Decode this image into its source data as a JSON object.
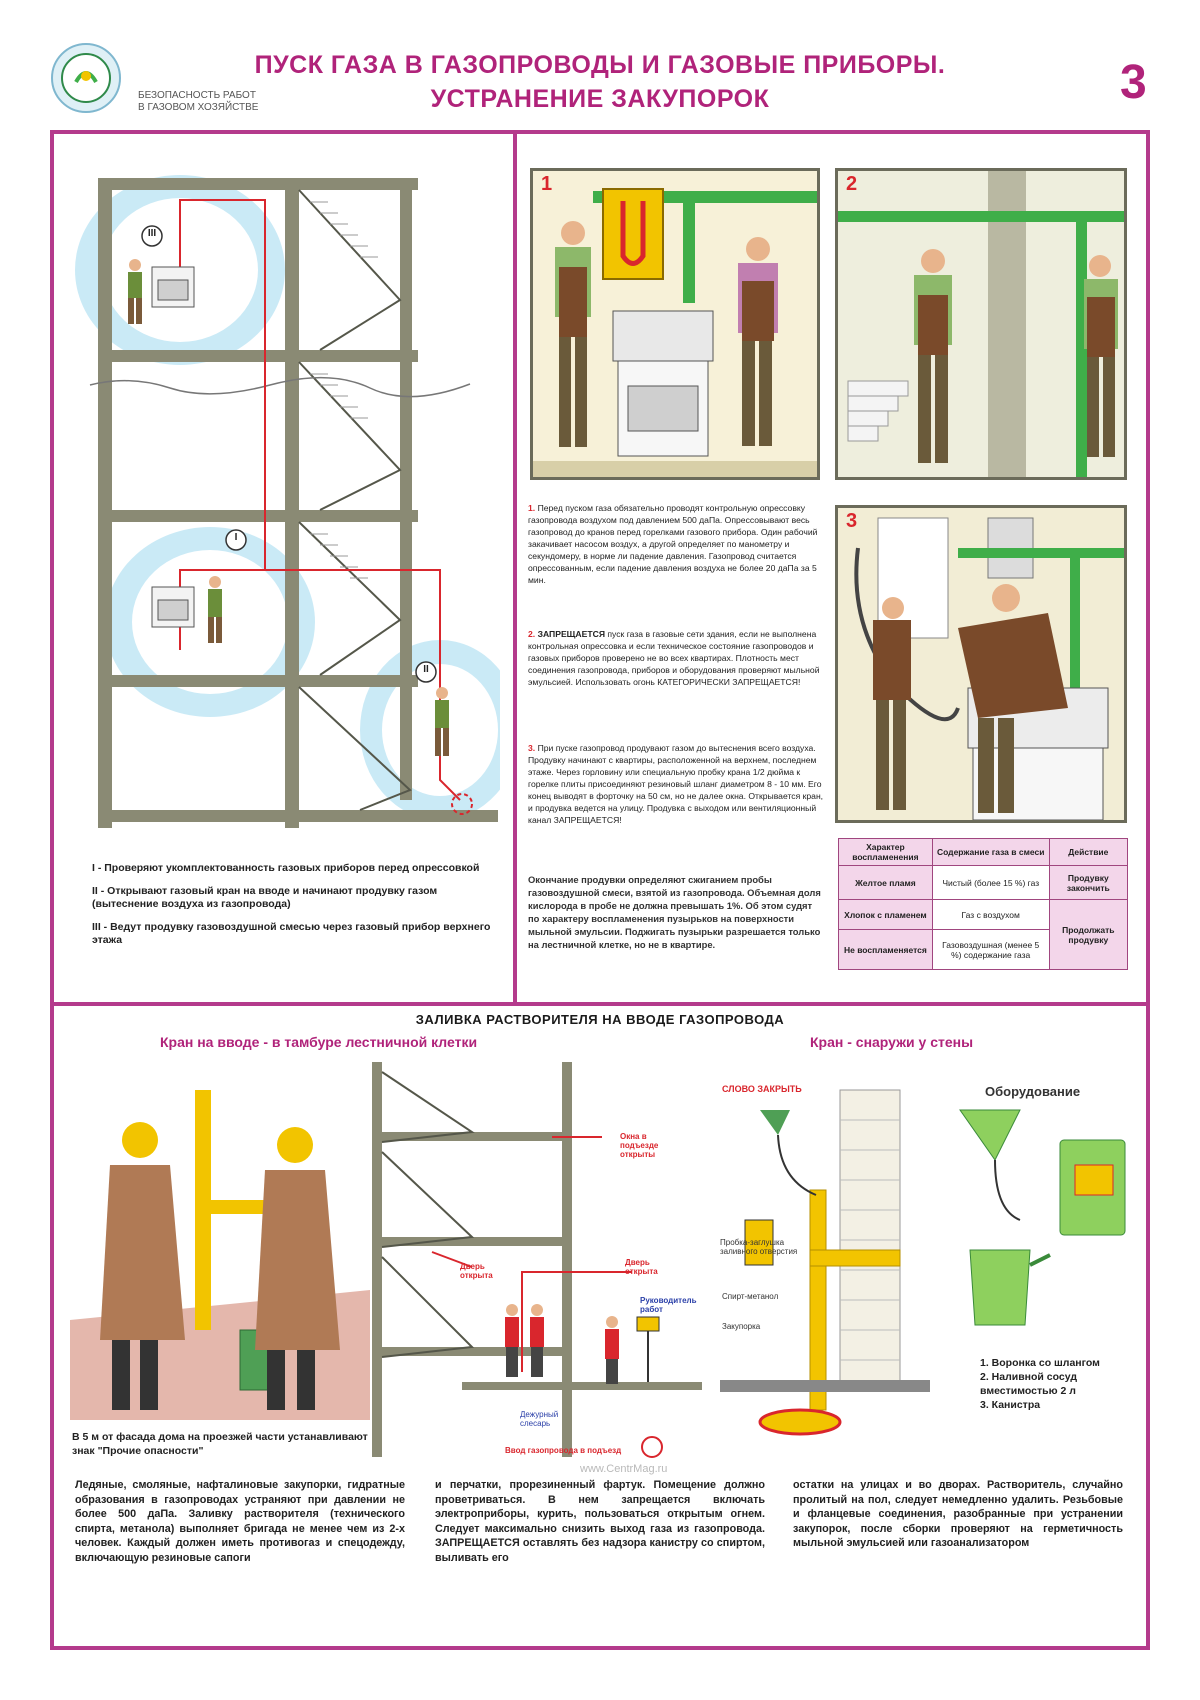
{
  "header": {
    "org_line1": "БЕЗОПАСНОСТЬ РАБОТ",
    "org_line2": "В ГАЗОВОМ ХОЗЯЙСТВЕ",
    "title_line1": "ПУСК ГАЗА В ГАЗОПРОВОДЫ И ГАЗОВЫЕ ПРИБОРЫ.",
    "title_line2": "УСТРАНЕНИЕ ЗАКУПОРОК",
    "sheet_number": "3"
  },
  "building": {
    "mark_1": "I",
    "mark_2": "II",
    "mark_3": "III",
    "caption_1": "I - Проверяют укомплектованность газовых приборов перед опрессовкой",
    "caption_2": "II - Открывают газовый кран на вводе и начинают продувку газом (вытеснение воздуха из газопровода)",
    "caption_3": "III - Ведут продувку газовоздушной смесью через газовый прибор верхнего этажа"
  },
  "panels": {
    "p1": "1",
    "p2": "2",
    "p3": "3"
  },
  "steps": {
    "s1_num": "1.",
    "s1_text": "Перед пуском газа обязательно проводят контрольную опрессовку газопровода воздухом под давлением 500 даПа. Опрессовывают весь газопровод до кранов перед горелками газового прибора. Один рабочий закачивает насосом воздух, а другой определяет по манометру и секундомеру, в норме ли падение давления. Газопровод считается опрессованным, если падение давления воздуха не более 20 даПа за 5 мин.",
    "s2_num": "2.",
    "s2_lead": "ЗАПРЕЩАЕТСЯ",
    "s2_text": "пуск газа в газовые сети здания, если не выполнена контрольная опрессовка и если техническое состояние газопроводов и газовых приборов проверено не во всех квартирах. Плотность мест соединения газопровода, приборов и оборудования проверяют мыльной эмульсией. Использовать огонь КАТЕГОРИЧЕСКИ ЗАПРЕЩАЕТСЯ!",
    "s3_num": "3.",
    "s3_text": "При пуске газопровод продувают газом до вытеснения всего воздуха. Продувку начинают с квартиры, расположенной на верхнем, последнем этаже. Через горловину или специальную пробку крана 1/2 дюйма к горелке плиты присоединяют резиновый шланг диаметром 8 - 10 мм. Его конец выводят в форточку на 50 см, но не далее окна. Открывается кран, и продувка ведется на улицу. Продувка с выходом или вентиляционный канал ЗАПРЕЩАЕТСЯ!",
    "s4_text": "Окончание продувки определяют сжиганием пробы газовоздушной смеси, взятой из газопровода. Объемная доля кислорода в пробе не должна превышать 1%. Об этом судят по характеру воспламенения пузырьков на поверхности мыльной эмульсии. Поджигать пузырьки разрешается только на лестничной клетке, но не в квартире."
  },
  "gas_table": {
    "headers": [
      "Характер воспламенения",
      "Содержание газа в смеси",
      "Действие"
    ],
    "rows": [
      [
        "Желтое пламя",
        "Чистый (более 15 %) газ",
        "Продувку закончить"
      ],
      [
        "Хлопок с пламенем",
        "Газ с воздухом",
        ""
      ],
      [
        "Не воспламеняется",
        "Газовоздушная (менее 5 %) содержание газа",
        "Продолжать продувку"
      ]
    ]
  },
  "bottom": {
    "section_title": "ЗАЛИВКА РАСТВОРИТЕЛЯ НА ВВОДЕ ГАЗОПРОВОДА",
    "subtitle_left": "Кран на вводе - в тамбуре лестничной клетки",
    "subtitle_right": "Кран - снаружи у стены",
    "equipment_title": "Оборудование",
    "sign_note": "В 5 м от фасада дома на проезжей части устанавливают знак \"Прочие опасности\"",
    "lbl_doors_open": "Окна в подъезде открыты",
    "lbl_door_open_left": "Дверь открыта",
    "lbl_door_open_right": "Дверь открыта",
    "lbl_supervisor": "Руководитель работ",
    "lbl_duty": "Дежурный слесарь",
    "lbl_entry": "Ввод газопровода в подъезд",
    "lbl_slowly_close": "СЛОВО ЗАКРЫТЬ",
    "lbl_plug": "Пробка-заглушка заливного отверстия",
    "lbl_spirit": "Спирт-метанол",
    "lbl_blockage": "Закупорка",
    "equip_1": "1. Воронка со шлангом",
    "equip_2": "2. Наливной сосуд вместимостью 2 л",
    "equip_3": "3. Канистра",
    "para_1": "Ледяные, смоляные, нафталиновые закупорки, гидратные образования в газопроводах устраняют при давлении не более 500 даПа. Заливку растворителя (технического спирта, метанола) выполняет бригада не менее чем из 2-х человек. Каждый должен иметь противогаз и спецодежду, включающую резиновые сапоги",
    "para_2": "и перчатки, прорезиненный фартук. Помещение должно проветриваться. В нем запрещается включать электроприборы, курить, пользоваться открытым огнем. Следует максимально снизить выход газа из газопровода. ЗАПРЕЩАЕТСЯ оставлять без надзора канистру со спиртом, выливать его",
    "para_3": "остатки на улицах и во дворах. Растворитель, случайно пролитый на пол, следует немедленно удалить. Резьбовые и фланцевые соединения, разобранные при устранении закупорок, после сборки проверяют на герметичность мыльной эмульсией или газоанализатором",
    "watermark": "www.CentrMag.ru"
  },
  "colors": {
    "accent": "#b0237a",
    "frame": "#b43a8c",
    "pipe": "#3fae49",
    "red": "#d9262d",
    "yellow": "#f2c400"
  }
}
